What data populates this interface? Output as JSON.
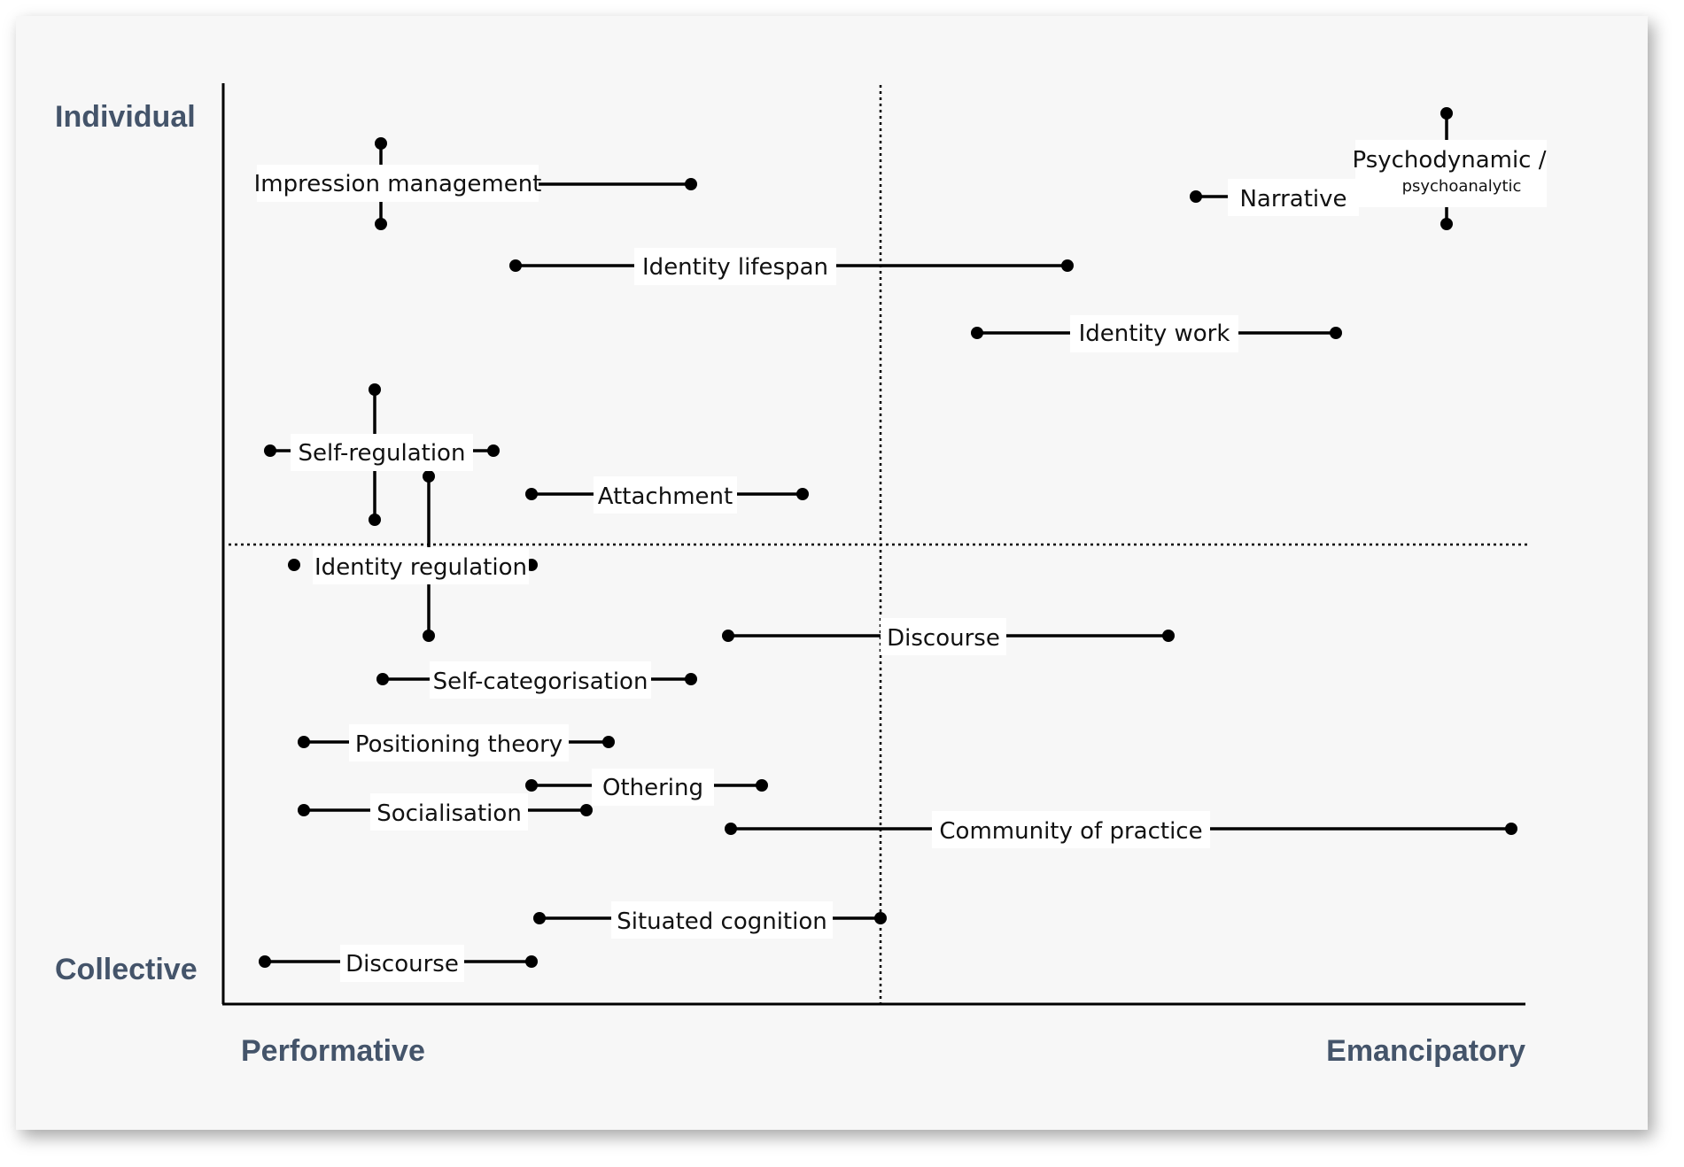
{
  "axes": {
    "y_top": "Individual",
    "y_bottom": "Collective",
    "x_left": "Performative",
    "x_right": "Emancipatory"
  },
  "colors": {
    "axis_text": "#44546a",
    "line": "#000000",
    "background": "#f7f7f7"
  },
  "items": [
    {
      "id": "impression-management",
      "label": "Impression management"
    },
    {
      "id": "identity-lifespan",
      "label": "Identity lifespan"
    },
    {
      "id": "identity-work",
      "label": "Identity work"
    },
    {
      "id": "narrative",
      "label": "Narrative"
    },
    {
      "id": "psychodynamic",
      "label": "Psychodynamic /",
      "sublabel": "psychoanalytic"
    },
    {
      "id": "self-regulation",
      "label": "Self-regulation"
    },
    {
      "id": "attachment",
      "label": "Attachment"
    },
    {
      "id": "identity-regulation",
      "label": "Identity regulation"
    },
    {
      "id": "discourse-upper",
      "label": "Discourse"
    },
    {
      "id": "self-categorisation",
      "label": "Self-categorisation"
    },
    {
      "id": "positioning-theory",
      "label": "Positioning theory"
    },
    {
      "id": "othering",
      "label": "Othering"
    },
    {
      "id": "socialisation",
      "label": "Socialisation"
    },
    {
      "id": "community-of-practice",
      "label": "Community of practice"
    },
    {
      "id": "situated-cognition",
      "label": "Situated cognition"
    },
    {
      "id": "discourse-lower",
      "label": "Discourse"
    }
  ]
}
